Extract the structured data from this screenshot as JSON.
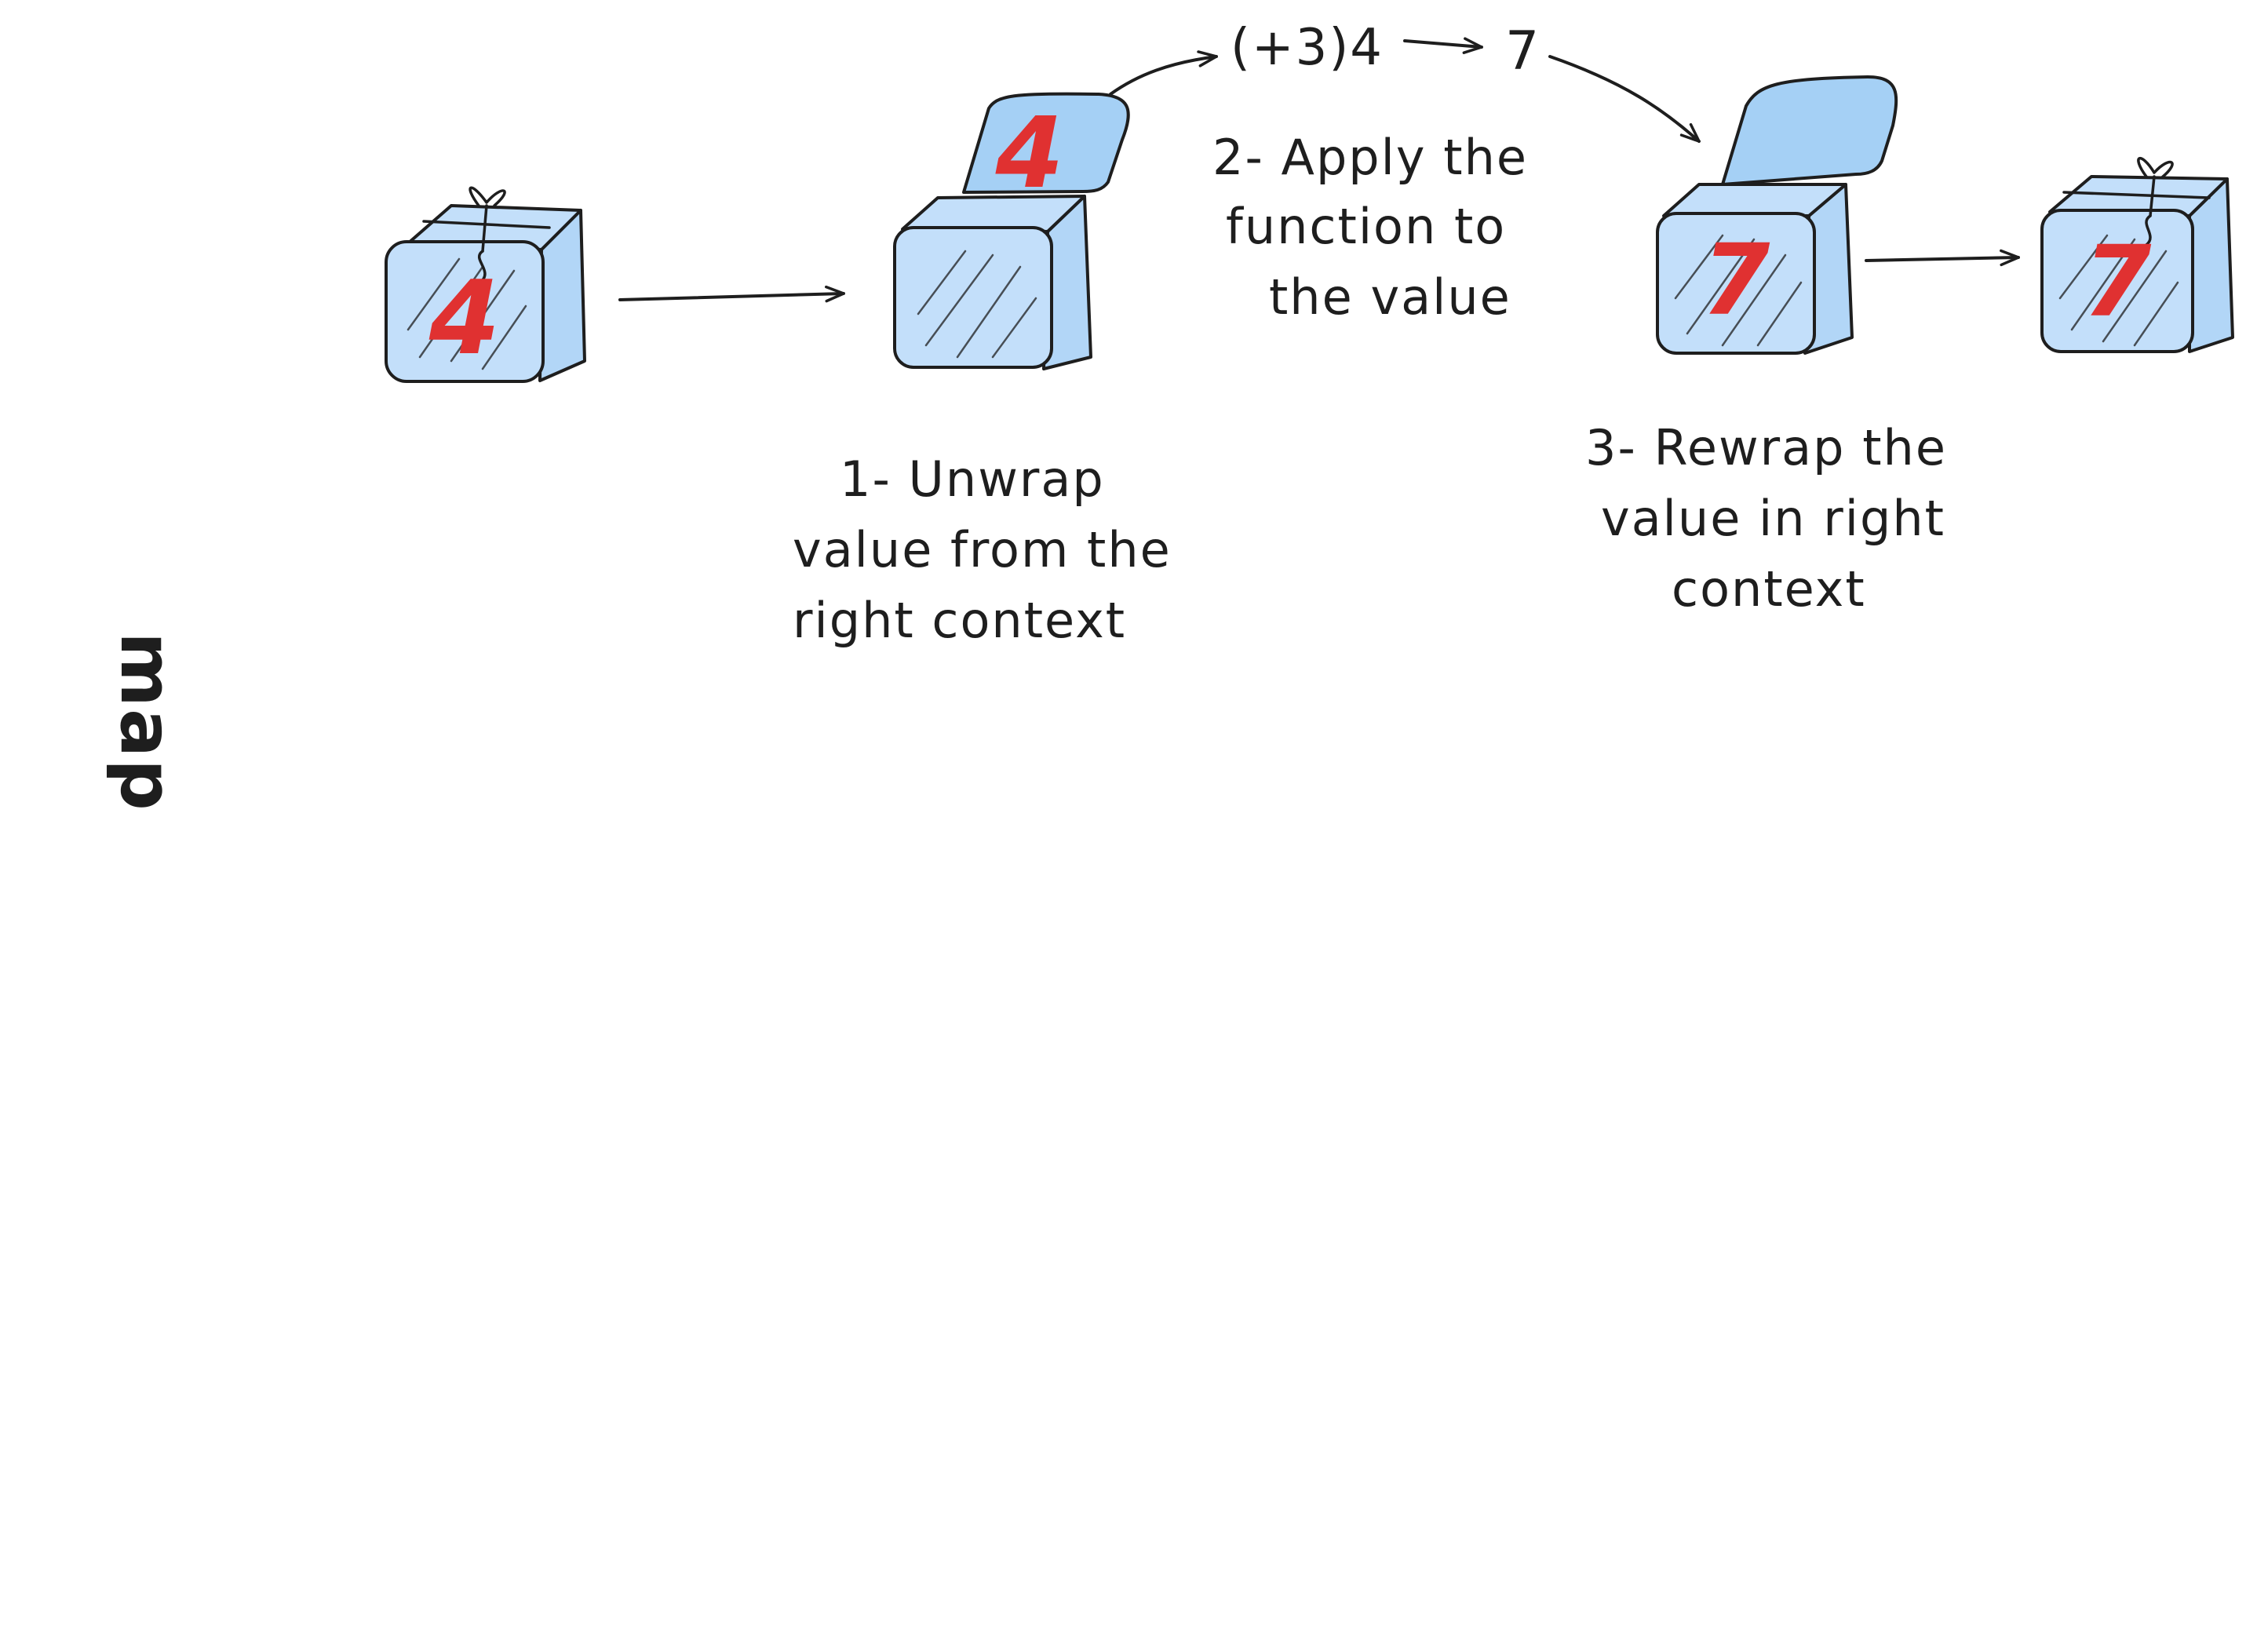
{
  "side_label": "map",
  "steps": {
    "unwrap": [
      "1- Unwrap",
      "value from the",
      "right context"
    ],
    "apply": [
      "2- Apply the",
      "function to",
      "the value"
    ],
    "rewrap": [
      "3- Rewrap the",
      "value in right",
      "context"
    ]
  },
  "expression": "(+3)4",
  "result": "7",
  "boxes": {
    "box1_value": "4",
    "box2_value": "4",
    "box3_value": "7",
    "box4_value": "7"
  },
  "colors": {
    "box_fill": "#c3dffa",
    "lid_fill": "#a5d0f5",
    "box_side": "#b2d6f7",
    "value": "#e03131",
    "ink": "#1e1e1e"
  }
}
